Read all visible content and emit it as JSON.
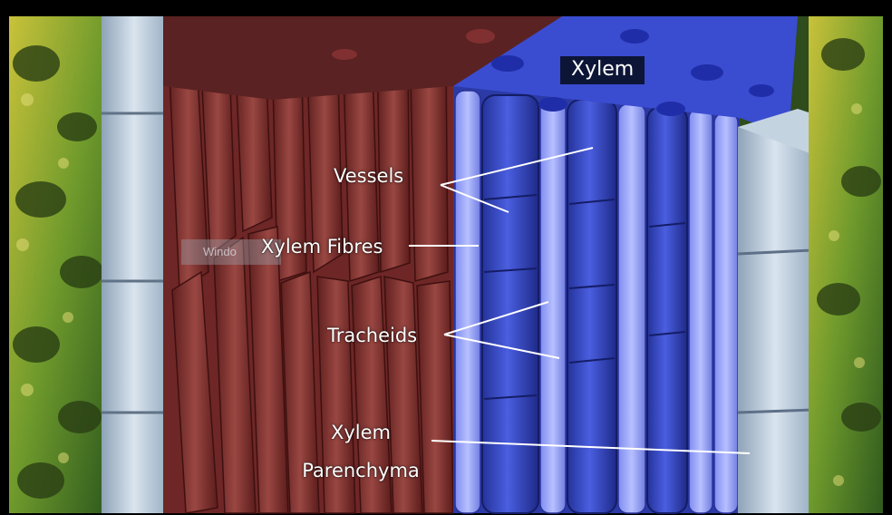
{
  "colors": {
    "fibre": "#7a2e2c",
    "vessel": "#3d4ed0",
    "parenchyma": "#b8c8d8",
    "mesophyll": "#4f7a2a",
    "label_box": "#0d1537"
  },
  "labels": {
    "title": "Xylem",
    "vessels": "Vessels",
    "fibres": "Xylem Fibres",
    "tracheids": "Tracheids",
    "parenchyma_line1": "Xylem",
    "parenchyma_line2": "Parenchyma"
  },
  "watermark": "Windo"
}
